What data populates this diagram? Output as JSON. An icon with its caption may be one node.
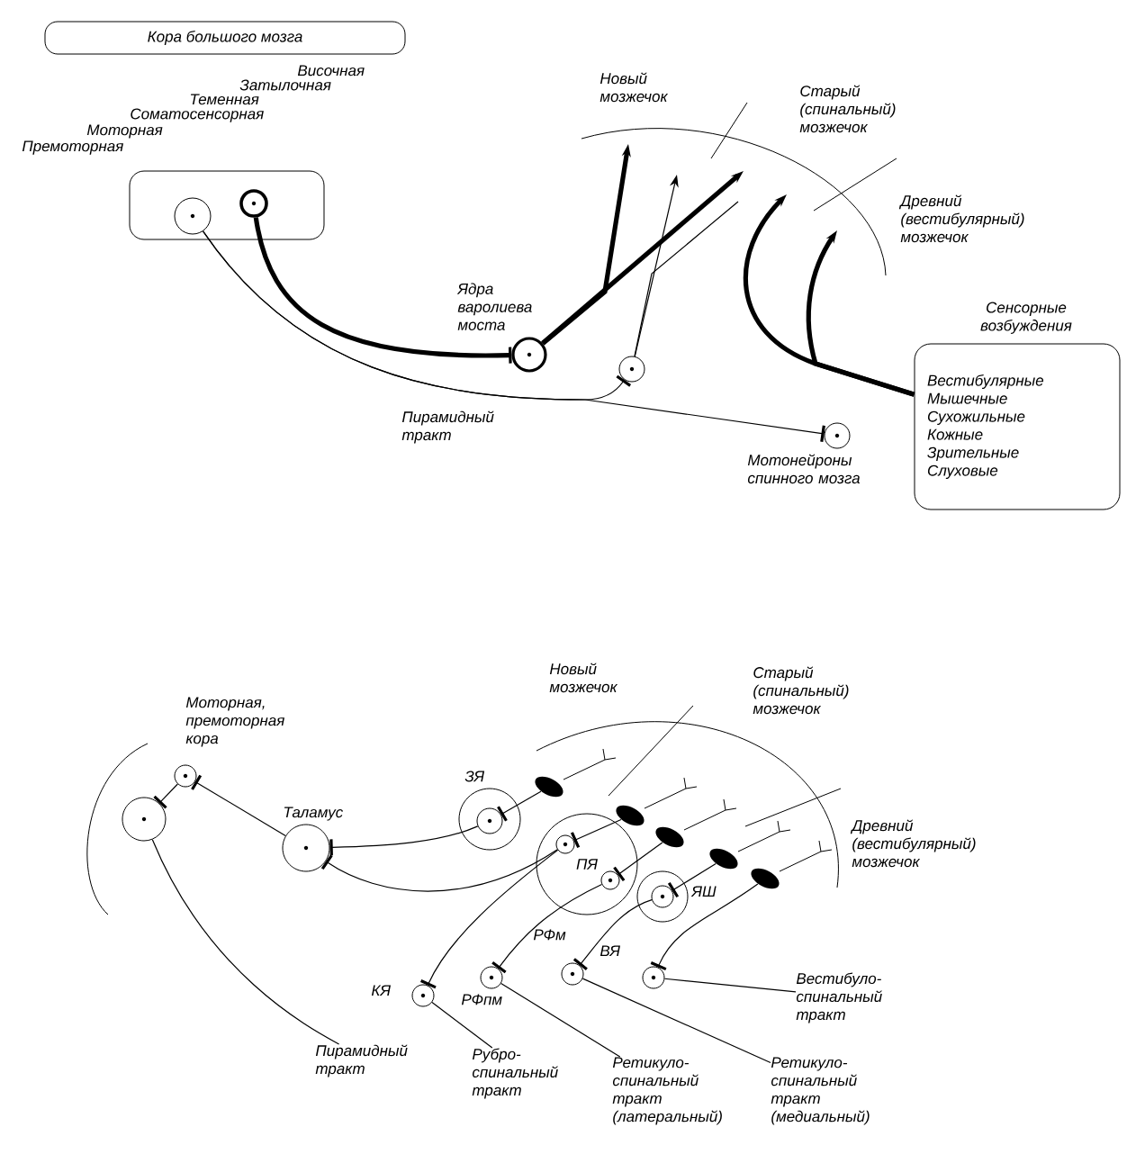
{
  "diagram": {
    "nodes": [
      {
        "text": [
          "Кора большого мозга"
        ]
      },
      {
        "text": [],
        "shape": "box"
      },
      {
        "text": [],
        "shape": "circle",
        "in": 1
      },
      {
        "text": [],
        "shape": "circle",
        "in": 1
      },
      {
        "text": [],
        "shape": "circle",
        "beside": [
          "Ядра варолиева моста"
        ]
      },
      {
        "text": [],
        "shape": "circle"
      },
      {
        "text": [],
        "shape": "circle",
        "beside": [
          "Мотонейроны спинного мозга"
        ]
      },
      {
        "text": [
          "Сенсорные возбуждения",
          "Вестибулярные",
          "Мышечные",
          "Сухожильные",
          "Кожные",
          "Зрительные",
          "Слуховые"
        ]
      },
      {
        "text": [],
        "shape": "circle",
        "beside": [
          "Моторная, премоторная кора"
        ]
      },
      {
        "text": [],
        "shape": "circle"
      },
      {
        "text": [],
        "shape": "circle",
        "beside": [
          "Таламус"
        ]
      },
      {
        "text": [],
        "shape": "circle",
        "beside": [
          "ЗЯ"
        ]
      },
      {
        "text": [],
        "shape": "circle",
        "in": 11
      },
      {
        "text": [
          "ПЯ"
        ]
      },
      {
        "text": [],
        "shape": "circle",
        "in": 13
      },
      {
        "text": [],
        "shape": "circle",
        "in": 13
      },
      {
        "text": [],
        "shape": "circle",
        "beside": [
          "ЯШ"
        ]
      },
      {
        "text": [],
        "shape": "circle",
        "in": 16
      },
      {
        "text": [],
        "shape": "circle",
        "beside": [
          "РФм"
        ]
      },
      {
        "text": [],
        "shape": "circle",
        "beside": [
          "ВЯ"
        ]
      },
      {
        "text": [],
        "shape": "circle",
        "beside": [
          "РФпм"
        ]
      },
      {
        "text": [],
        "shape": "circle",
        "beside": [
          "КЯ"
        ]
      },
      {
        "text": [],
        "shape": "ellipse"
      },
      {
        "text": [],
        "shape": "ellipse"
      },
      {
        "text": [],
        "shape": "ellipse"
      },
      {
        "text": [],
        "shape": "ellipse"
      },
      {
        "text": [],
        "shape": "ellipse"
      },
      {
        "text": [
          "Пирамидный тракт"
        ]
      },
      {
        "text": [
          "Рубро-спинальный тракт"
        ]
      },
      {
        "text": [
          "Ретикуло-спинальный тракт (латеральный)"
        ]
      },
      {
        "text": [
          "Ретикуло-спинальный тракт (медиальный)"
        ]
      },
      {
        "text": [
          "Вестибуло-спинальный тракт"
        ]
      }
    ],
    "edges": [
      {
        "from": 2,
        "to": 5,
        "arrow": "other"
      },
      {
        "from": 2,
        "to": 6,
        "arrow": "other"
      },
      {
        "from": 3,
        "to": 4,
        "arrow": "other",
        "style": "thick"
      },
      {
        "from": 4,
        "to": null,
        "arrow": "to",
        "style": "thick"
      },
      {
        "from": 4,
        "to": null,
        "arrow": "to",
        "style": "thick"
      },
      {
        "from": 5,
        "to": null,
        "arrow": "to"
      },
      {
        "from": 5,
        "to": null,
        "arrow": "none"
      },
      {
        "from": 7,
        "to": null,
        "arrow": "to",
        "style": "thick"
      },
      {
        "from": 7,
        "to": null,
        "arrow": "to",
        "style": "thick"
      },
      {
        "from": 8,
        "to": 9,
        "arrow": "other"
      },
      {
        "from": 10,
        "to": 8,
        "arrow": "other"
      },
      {
        "from": 9,
        "to": 27,
        "arrow": "none"
      },
      {
        "from": 12,
        "to": 10,
        "arrow": "other"
      },
      {
        "from": 14,
        "to": 10,
        "arrow": "other"
      },
      {
        "from": 22,
        "to": 12,
        "arrow": "other"
      },
      {
        "from": 23,
        "to": 14,
        "arrow": "other"
      },
      {
        "from": 24,
        "to": 15,
        "arrow": "other"
      },
      {
        "from": 25,
        "to": 17,
        "arrow": "other"
      },
      {
        "from": 26,
        "to": 19,
        "arrow": "other"
      },
      {
        "from": 17,
        "to": 18,
        "arrow": "other"
      },
      {
        "from": 14,
        "to": 21,
        "arrow": "other"
      },
      {
        "from": 15,
        "to": 20,
        "arrow": "other"
      },
      {
        "from": 21,
        "to": 28,
        "arrow": "none"
      },
      {
        "from": 20,
        "to": 29,
        "arrow": "none"
      },
      {
        "from": 18,
        "to": 30,
        "arrow": "none"
      },
      {
        "from": 19,
        "to": 31,
        "arrow": "none"
      }
    ],
    "labels": [
      "Височная",
      "Затылочная",
      "Теменная",
      "Соматосенсорная",
      "Моторная",
      "Премоторная",
      "Новый мозжечок",
      "Старый (спинальный) мозжечок",
      "Древний (вестибулярный) мозжечок",
      "Пирамидный тракт",
      "Новый мозжечок",
      "Старый (спинальный) мозжечок",
      "Древний (вестибулярный) мозжечок"
    ]
  }
}
